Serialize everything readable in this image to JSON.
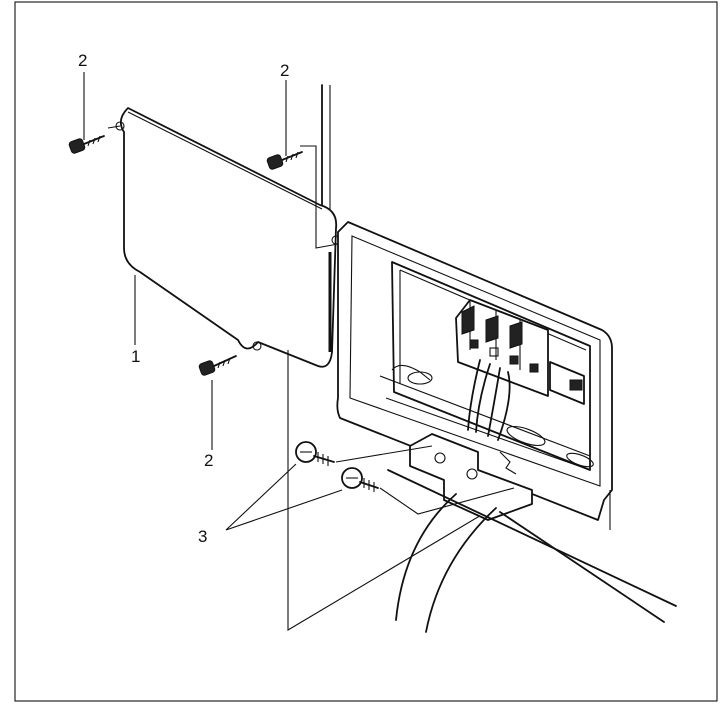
{
  "callouts": {
    "cover_plate": "1",
    "screw_top_left": "2",
    "screw_top_right": "2",
    "screw_bottom": "2",
    "strain_relief_screws": "3"
  }
}
